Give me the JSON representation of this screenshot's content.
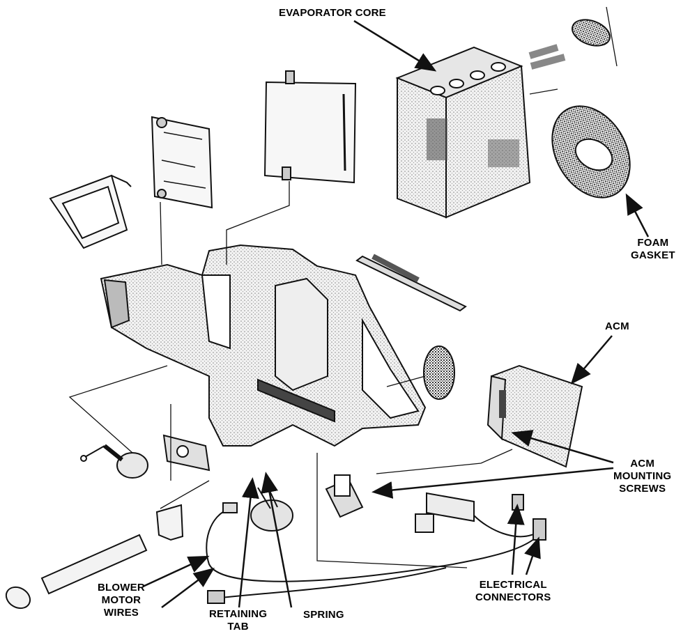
{
  "labels": {
    "evaporator_core": "EVAPORATOR CORE",
    "foam_gasket": [
      "FOAM",
      "GASKET"
    ],
    "acm": "ACM",
    "acm_mounting_screws": [
      "ACM",
      "MOUNTING",
      "SCREWS"
    ],
    "electrical_connectors": [
      "ELECTRICAL",
      "CONNECTORS"
    ],
    "spring": "SPRING",
    "retaining_tab": [
      "RETAINING",
      "TAB"
    ],
    "blower_motor_wires": [
      "BLOWER",
      "MOTOR",
      "WIRES"
    ]
  },
  "colors": {
    "ink": "#111111",
    "shade": "#cfcfcf",
    "background": "#ffffff"
  }
}
